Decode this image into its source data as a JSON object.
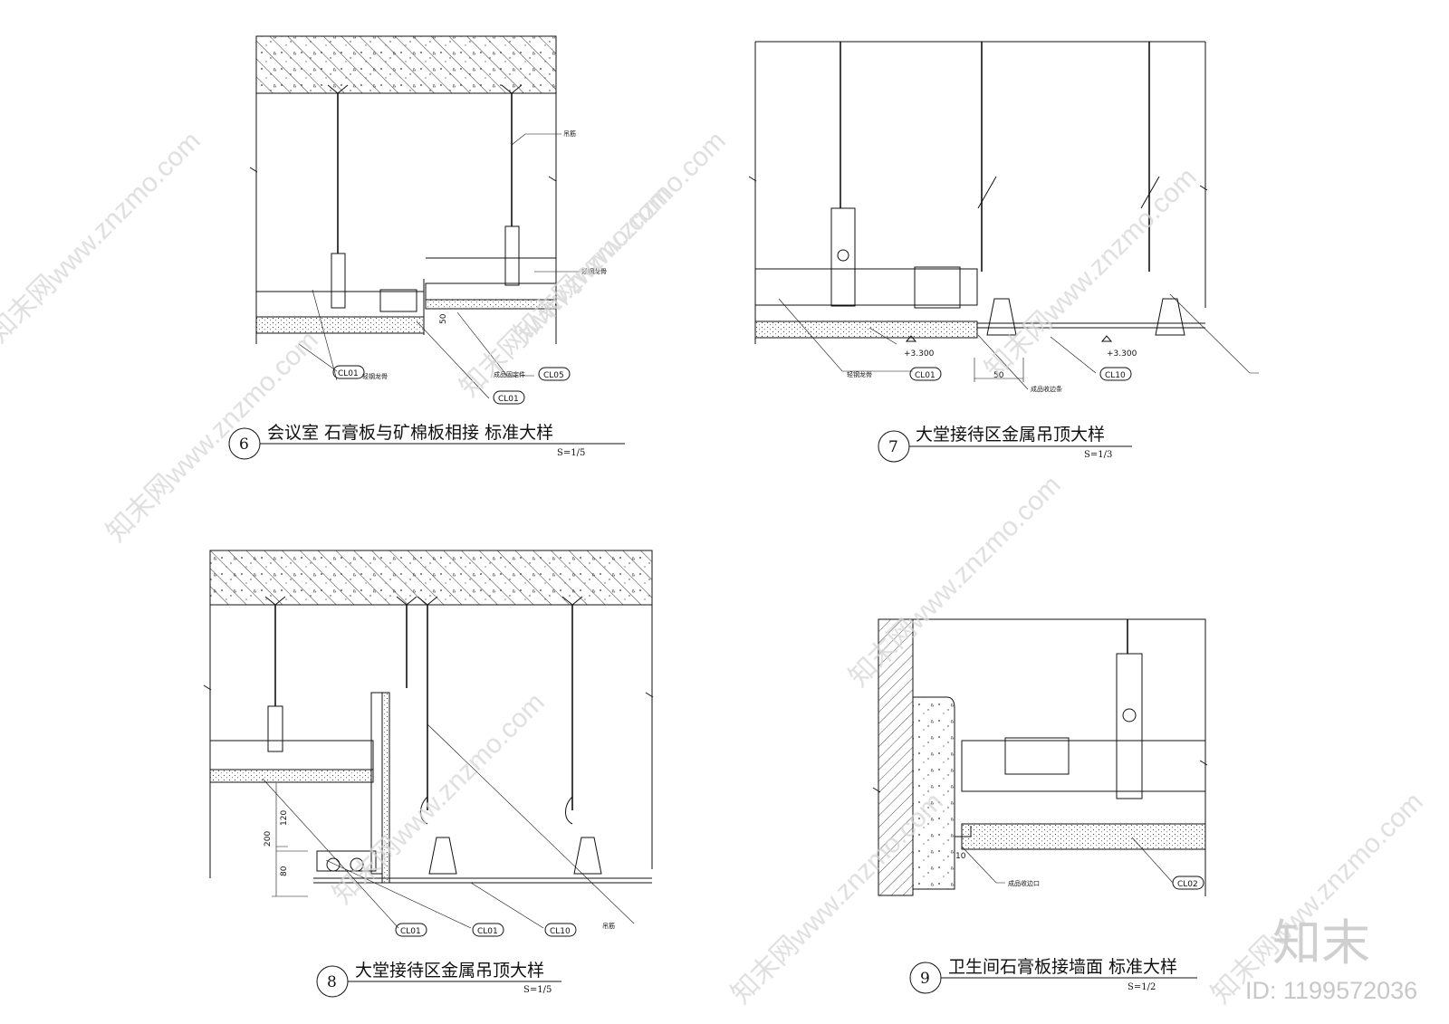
{
  "details": [
    {
      "number": "6",
      "title": "会议室  石膏板与矿棉板相接  标准大样",
      "scale": "S=1/5",
      "notes": [
        "吊筋",
        "轻钢龙骨",
        "轻钢龙骨",
        "成品固定件"
      ],
      "dims": [
        "50"
      ],
      "tags": [
        "CL01",
        "CL05",
        "CL01"
      ]
    },
    {
      "number": "7",
      "title": "大堂接待区金属吊顶大样",
      "scale": "S=1/3",
      "notes": [
        "轻钢龙骨",
        "成品收边条"
      ],
      "dims": [
        "50"
      ],
      "levels": [
        "+3.300",
        "+3.300"
      ],
      "tags": [
        "CL01",
        "CL10"
      ]
    },
    {
      "number": "8",
      "title": "大堂接待区金属吊顶大样",
      "scale": "S=1/5",
      "notes": [
        "吊筋"
      ],
      "dims": [
        "120",
        "200",
        "80"
      ],
      "tags": [
        "CL01",
        "CL01",
        "CL10"
      ]
    },
    {
      "number": "9",
      "title": "卫生间石膏板接墙面  标准大样",
      "scale": "S=1/2",
      "notes": [
        "成品收边口"
      ],
      "dims": [
        "10"
      ],
      "tags": [
        "CL02"
      ]
    }
  ],
  "watermark": {
    "text": "知末网www.znzmo.com",
    "logo": "知末",
    "id_label": "ID: 1199572036"
  }
}
